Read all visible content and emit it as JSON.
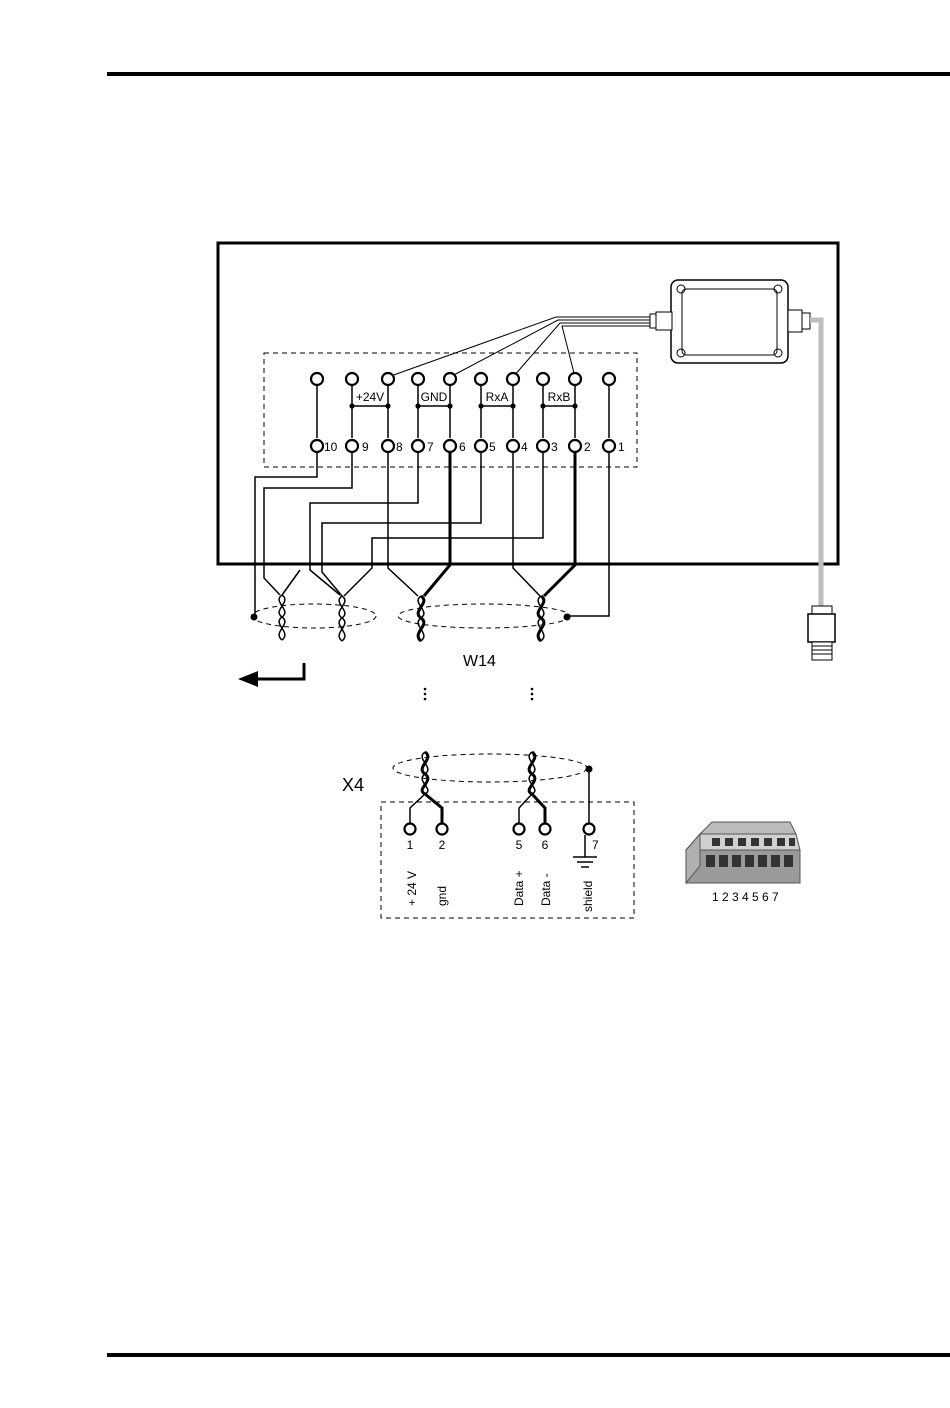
{
  "colors": {
    "line": "#000000",
    "cable": "#bdbdbd",
    "block": "#9a9a9a"
  },
  "connector": {
    "pins": [
      "10",
      "9",
      "8",
      "7",
      "6",
      "5",
      "4",
      "3",
      "2",
      "1"
    ],
    "bridges": [
      "+24V",
      "GND",
      "RxA",
      "RxB"
    ]
  },
  "cable_label": "W14",
  "x4": {
    "label": "X4",
    "pins": [
      "1",
      "2",
      "5",
      "6",
      "7"
    ],
    "signals": [
      "+ 24 V",
      "gnd",
      "Data +",
      "Data -",
      "shield"
    ]
  },
  "terminal_block": {
    "numbers": "1 2 3 4 5 6 7"
  }
}
